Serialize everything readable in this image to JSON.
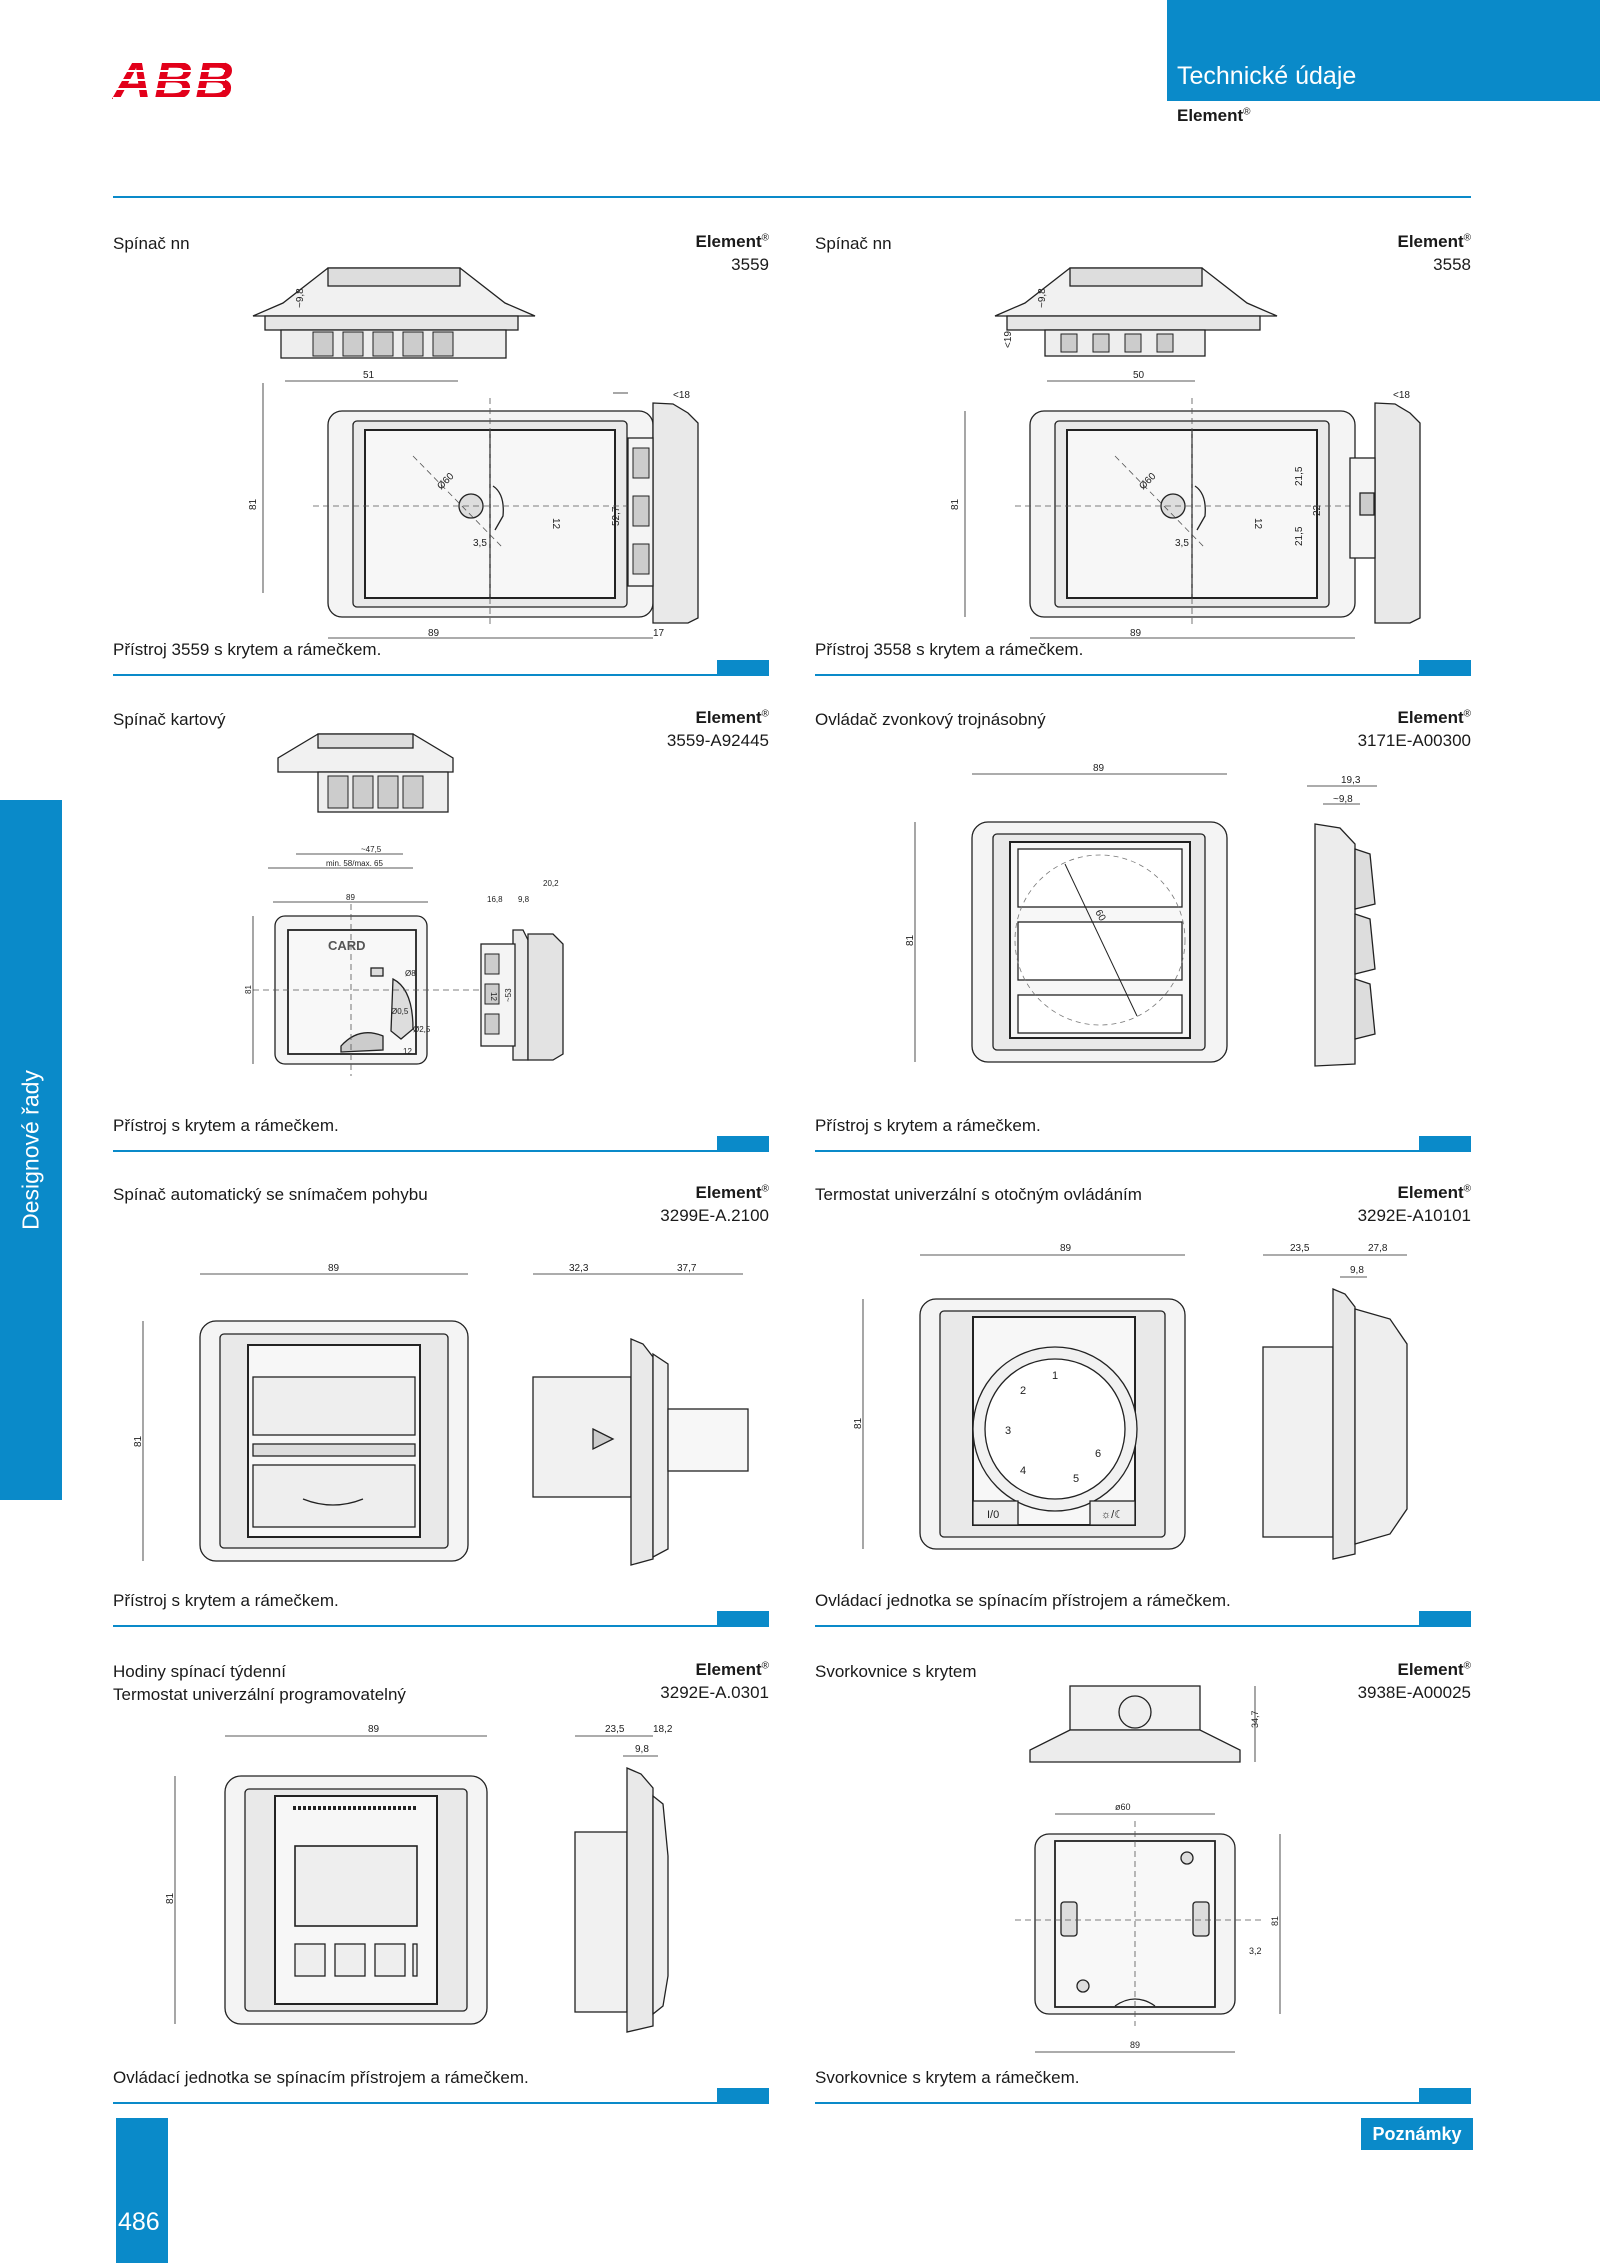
{
  "header": {
    "logo_text": "ABB",
    "section_title": "Technické údaje",
    "product_line": "Element",
    "trademark": "®"
  },
  "side_tab": {
    "label": "Designové řady"
  },
  "cells": [
    {
      "title": "Spínač nn",
      "title2": "",
      "brand": "Element",
      "reg": "®",
      "code": "3559",
      "caption": "Přístroj 3559 s krytem a rámečkem.",
      "dims": [
        "~9,8",
        "51",
        "<18",
        "81",
        "52,7",
        "12",
        "Ø60",
        "3,5",
        "89",
        "17"
      ]
    },
    {
      "title": "Spínač nn",
      "title2": "",
      "brand": "Element",
      "reg": "®",
      "code": "3558",
      "caption": "Přístroj 3558 s krytem a rámečkem.",
      "dims": [
        "~9,8",
        "<19",
        "50",
        "<18",
        "81",
        "12",
        "Ø60",
        "3,5",
        "21,5",
        "22",
        "21,5",
        "89"
      ]
    },
    {
      "title": "Spínač kartový",
      "title2": "",
      "brand": "Element",
      "reg": "®",
      "code": "3559-A92445",
      "caption": "Přístroj s krytem a rámečkem.",
      "dims": [
        "~47,5",
        "min. 58/max. 65",
        "89",
        "16,8",
        "9,8",
        "20,2",
        "CARD",
        "81",
        "12",
        "~53",
        "Ø8",
        "Ø0,5",
        "Ø2,5",
        "12"
      ]
    },
    {
      "title": "Ovládač zvonkový trojnásobný",
      "title2": "",
      "brand": "Element",
      "reg": "®",
      "code": "3171E-A00300",
      "caption": "Přístroj s krytem a rámečkem.",
      "dims": [
        "89",
        "19,3",
        "~9,8",
        "81",
        "60"
      ]
    },
    {
      "title": "Spínač automatický se snímačem pohybu",
      "title2": "",
      "brand": "Element",
      "reg": "®",
      "code": "3299E-A.2100",
      "caption": "Přístroj s krytem a rámečkem.",
      "dims": [
        "89",
        "32,3",
        "37,7",
        "81"
      ]
    },
    {
      "title": "Termostat univerzální s otočným ovládáním",
      "title2": "",
      "brand": "Element",
      "reg": "®",
      "code": "3292E-A10101",
      "caption": "Ovládací jednotka se spínacím přístrojem a rámečkem.",
      "dims": [
        "89",
        "23,5",
        "27,8",
        "9,8",
        "81",
        "I/0",
        "☼/☾",
        "1",
        "2",
        "3",
        "4",
        "5",
        "6"
      ]
    },
    {
      "title": "Hodiny spínací týdenní",
      "title2": "Termostat univerzální programovatelný",
      "brand": "Element",
      "reg": "®",
      "code": "3292E-A.0301",
      "caption": "Ovládací jednotka se spínacím přístrojem a rámečkem.",
      "dims": [
        "89",
        "23,5",
        "18,2",
        "9,8",
        "81"
      ]
    },
    {
      "title": "Svorkovnice s krytem",
      "title2": "",
      "brand": "Element",
      "reg": "®",
      "code": "3938E-A00025",
      "caption": "Svorkovnice s krytem a rámečkem.",
      "dims": [
        "34,7",
        "ø60",
        "81",
        "3,2",
        "89"
      ]
    }
  ],
  "footer": {
    "page_number": "486",
    "notes_label": "Poznámky"
  },
  "colors": {
    "accent": "#0a8ac9",
    "logo_red": "#e2001a"
  }
}
